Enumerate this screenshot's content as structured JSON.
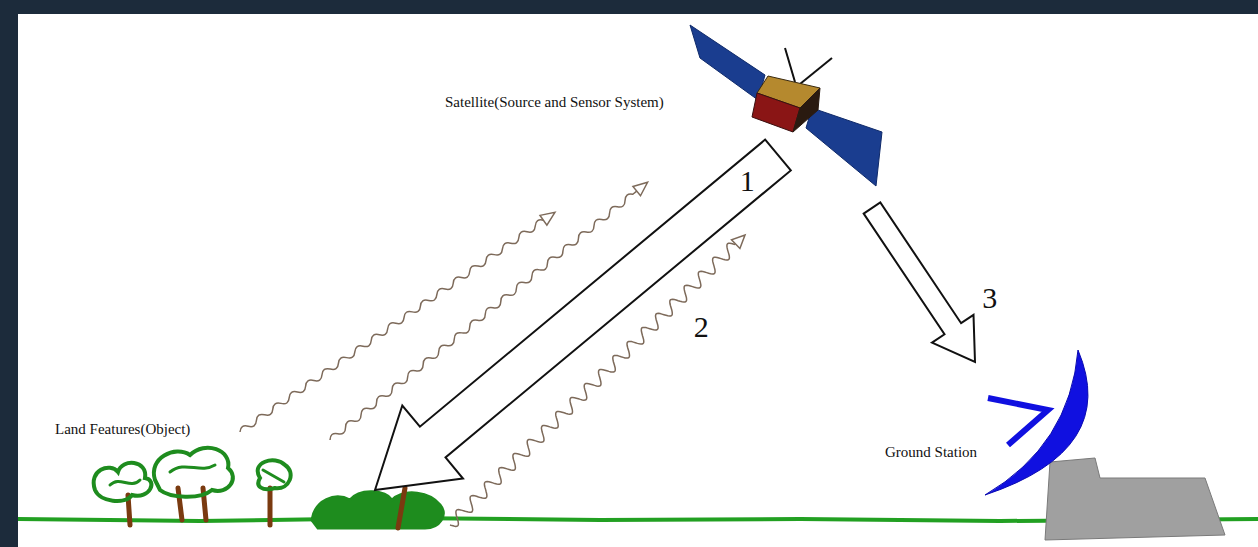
{
  "diagram": {
    "nodes": [
      {
        "text": [
          "Satellite(Source and Sensor System)"
        ]
      },
      {
        "text": [
          "Land Features(Object)"
        ]
      },
      {
        "text": [
          "Ground Station"
        ]
      }
    ],
    "edges": [
      {
        "from": 0,
        "to": 1,
        "arrow": "to",
        "label": "1"
      },
      {
        "from": 1,
        "to": 0,
        "arrow": "to",
        "label": "2"
      },
      {
        "from": 0,
        "to": 2,
        "arrow": "to",
        "label": "3"
      }
    ]
  }
}
